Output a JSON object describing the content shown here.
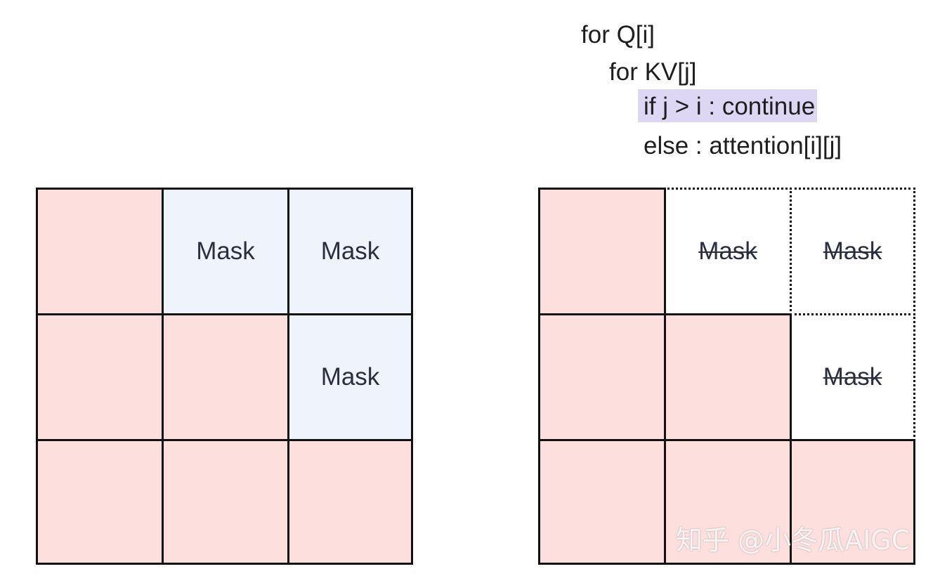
{
  "code": {
    "line1": "for Q[i]",
    "line2": "for KV[j]",
    "line3": "if j > i :  continue",
    "line4": "else :  attention[i][j]"
  },
  "cell_label": "Mask",
  "colors": {
    "unmasked": "#fde0de",
    "masked": "#eef3fc",
    "highlight": "#ddd7f3"
  },
  "watermark": "知乎 @小冬瓜AIGC"
}
